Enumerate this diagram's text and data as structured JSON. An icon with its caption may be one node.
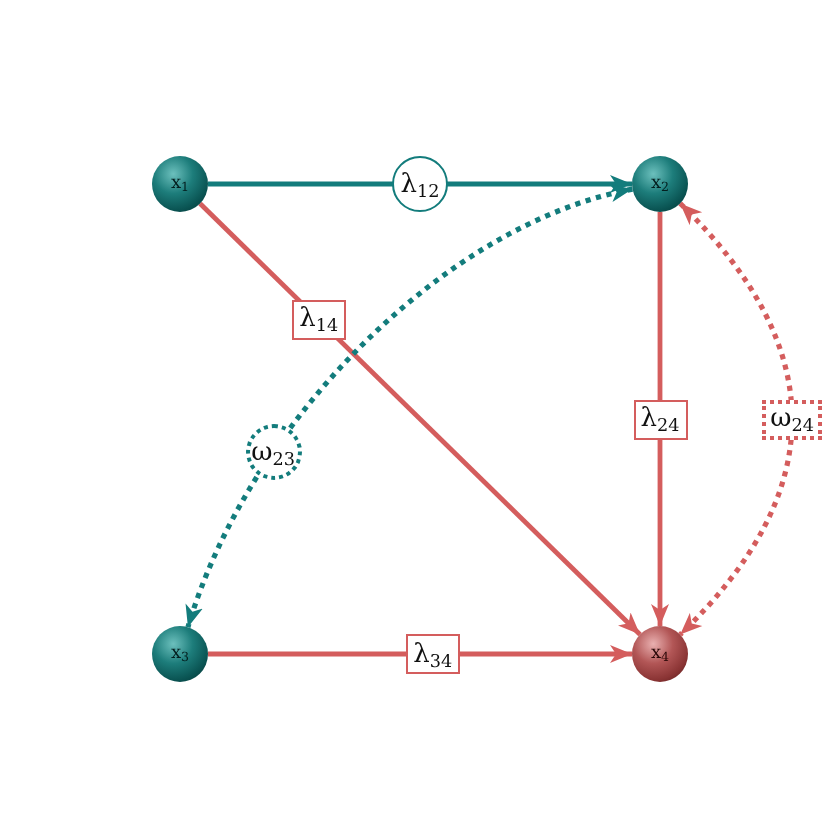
{
  "diagram": {
    "nodes": [
      {
        "text": [
          "x$_{1}$"
        ]
      },
      {
        "text": [
          "x$_{2}$"
        ]
      },
      {
        "text": [
          "x$_{3}$"
        ]
      },
      {
        "text": [
          "x$_{4}$"
        ]
      }
    ],
    "edges": [
      {
        "from": 0,
        "to": 1,
        "arrow": "to",
        "label": "λ$_{12}$",
        "color": "#137c7c"
      },
      {
        "from": 0,
        "to": 3,
        "arrow": "to",
        "label": "λ$_{14}$"
      },
      {
        "from": 1,
        "to": 3,
        "arrow": "to",
        "label": "λ$_{24}$"
      },
      {
        "from": 2,
        "to": 3,
        "arrow": "to",
        "label": "λ$_{34}$"
      },
      {
        "from": 1,
        "to": 2,
        "arrow": "both",
        "label": "ω$_{23}$",
        "style": "dashed",
        "color": "#137c7c"
      },
      {
        "from": 1,
        "to": 3,
        "arrow": "both",
        "label": "ω$_{24}$",
        "style": "dashed"
      }
    ]
  }
}
